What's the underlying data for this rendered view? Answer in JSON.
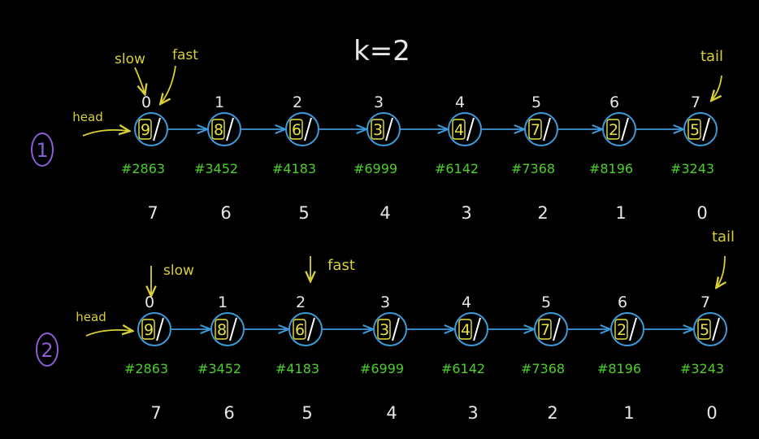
{
  "title": "k=2",
  "colors": {
    "background": "#000000",
    "node": "#3d9ad9",
    "value": "#e8e23a",
    "address": "#4ccf2a",
    "label": "#e6e6e6",
    "pointer": "#d8d035",
    "marker": "#8a5fd6"
  },
  "rows": [
    {
      "marker": "1",
      "nodes": [
        {
          "index": "0",
          "value": "9",
          "address": "#2863",
          "rev": "7"
        },
        {
          "index": "1",
          "value": "8",
          "address": "#3452",
          "rev": "6"
        },
        {
          "index": "2",
          "value": "6",
          "address": "#4183",
          "rev": "5"
        },
        {
          "index": "3",
          "value": "3",
          "address": "#6999",
          "rev": "4"
        },
        {
          "index": "4",
          "value": "4",
          "address": "#6142",
          "rev": "3"
        },
        {
          "index": "5",
          "value": "7",
          "address": "#7368",
          "rev": "2"
        },
        {
          "index": "6",
          "value": "2",
          "address": "#8196",
          "rev": "1"
        },
        {
          "index": "7",
          "value": "5",
          "address": "#3243",
          "rev": "0"
        }
      ],
      "pointers": {
        "head": "head",
        "slow": "slow",
        "fast": "fast",
        "tail": "tail"
      }
    },
    {
      "marker": "2",
      "nodes": [
        {
          "index": "0",
          "value": "9",
          "address": "#2863",
          "rev": "7"
        },
        {
          "index": "1",
          "value": "8",
          "address": "#3452",
          "rev": "6"
        },
        {
          "index": "2",
          "value": "6",
          "address": "#4183",
          "rev": "5"
        },
        {
          "index": "3",
          "value": "3",
          "address": "#6999",
          "rev": "4"
        },
        {
          "index": "4",
          "value": "4",
          "address": "#6142",
          "rev": "3"
        },
        {
          "index": "5",
          "value": "7",
          "address": "#7368",
          "rev": "2"
        },
        {
          "index": "6",
          "value": "2",
          "address": "#8196",
          "rev": "1"
        },
        {
          "index": "7",
          "value": "5",
          "address": "#3243",
          "rev": "0"
        }
      ],
      "pointers": {
        "head": "head",
        "slow": "slow",
        "fast": "fast",
        "tail": "tail"
      }
    }
  ]
}
